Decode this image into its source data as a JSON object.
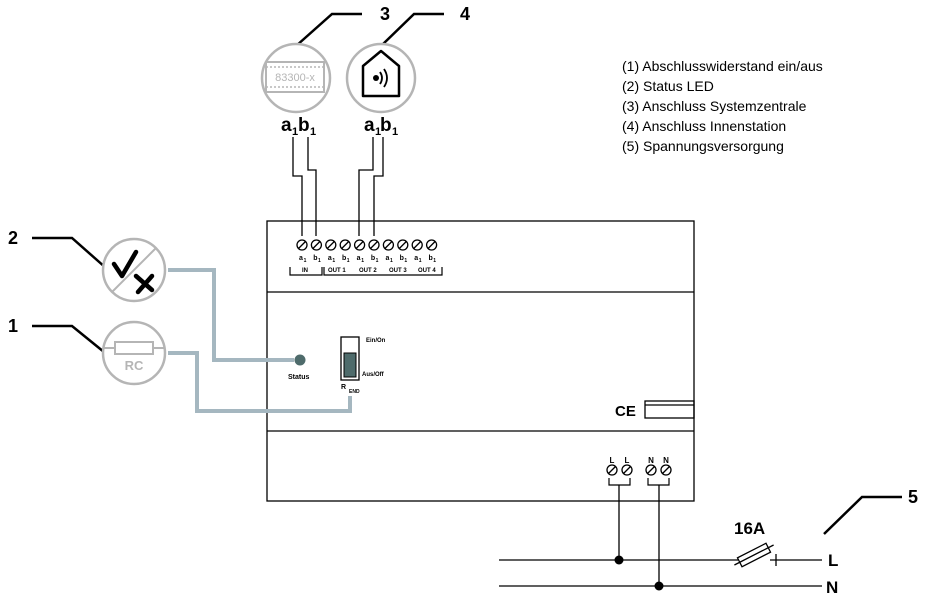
{
  "callouts": {
    "n1": "1",
    "n2": "2",
    "n3": "3",
    "n4": "4",
    "n5": "5"
  },
  "legend": [
    "(1) Abschlusswiderstand ein/aus",
    "(2) Status LED",
    "(3) Anschluss Systemzentrale",
    "(4) Anschluss Innenstation",
    "(5) Spannungsversorgung"
  ],
  "icons": {
    "system_central_label": "83300-x",
    "system_central_icon": "device-module-icon",
    "indoor_station_icon": "house-speaker-icon",
    "status_icon": "check-cross-icon",
    "resistor_icon": "resistor-icon",
    "resistor_label": "RC",
    "colors": {
      "line": "#000000",
      "grey_wire": "#a5b7c0",
      "icon_grey": "#b5b5b5",
      "led": "#4e6b6b"
    }
  },
  "wire_labels": {
    "a": "a",
    "b": "b",
    "sub": "1"
  },
  "device": {
    "terminal_top_labels": [
      "a",
      "b",
      "a",
      "b",
      "a",
      "b",
      "a",
      "b",
      "a",
      "b"
    ],
    "terminal_sub": "1",
    "groups": [
      "IN",
      "OUT 1",
      "OUT 2",
      "OUT 3",
      "OUT 4"
    ],
    "status_label": "Status",
    "switch_on": "Ein/On",
    "switch_off": "Aus/Off",
    "resistor_label": "R",
    "resistor_sub": "END",
    "ce_mark": "CE",
    "power_terminals": [
      "L",
      "L",
      "N",
      "N"
    ]
  },
  "supply": {
    "fuse_label": "16A",
    "line_L": "L",
    "line_N": "N"
  }
}
